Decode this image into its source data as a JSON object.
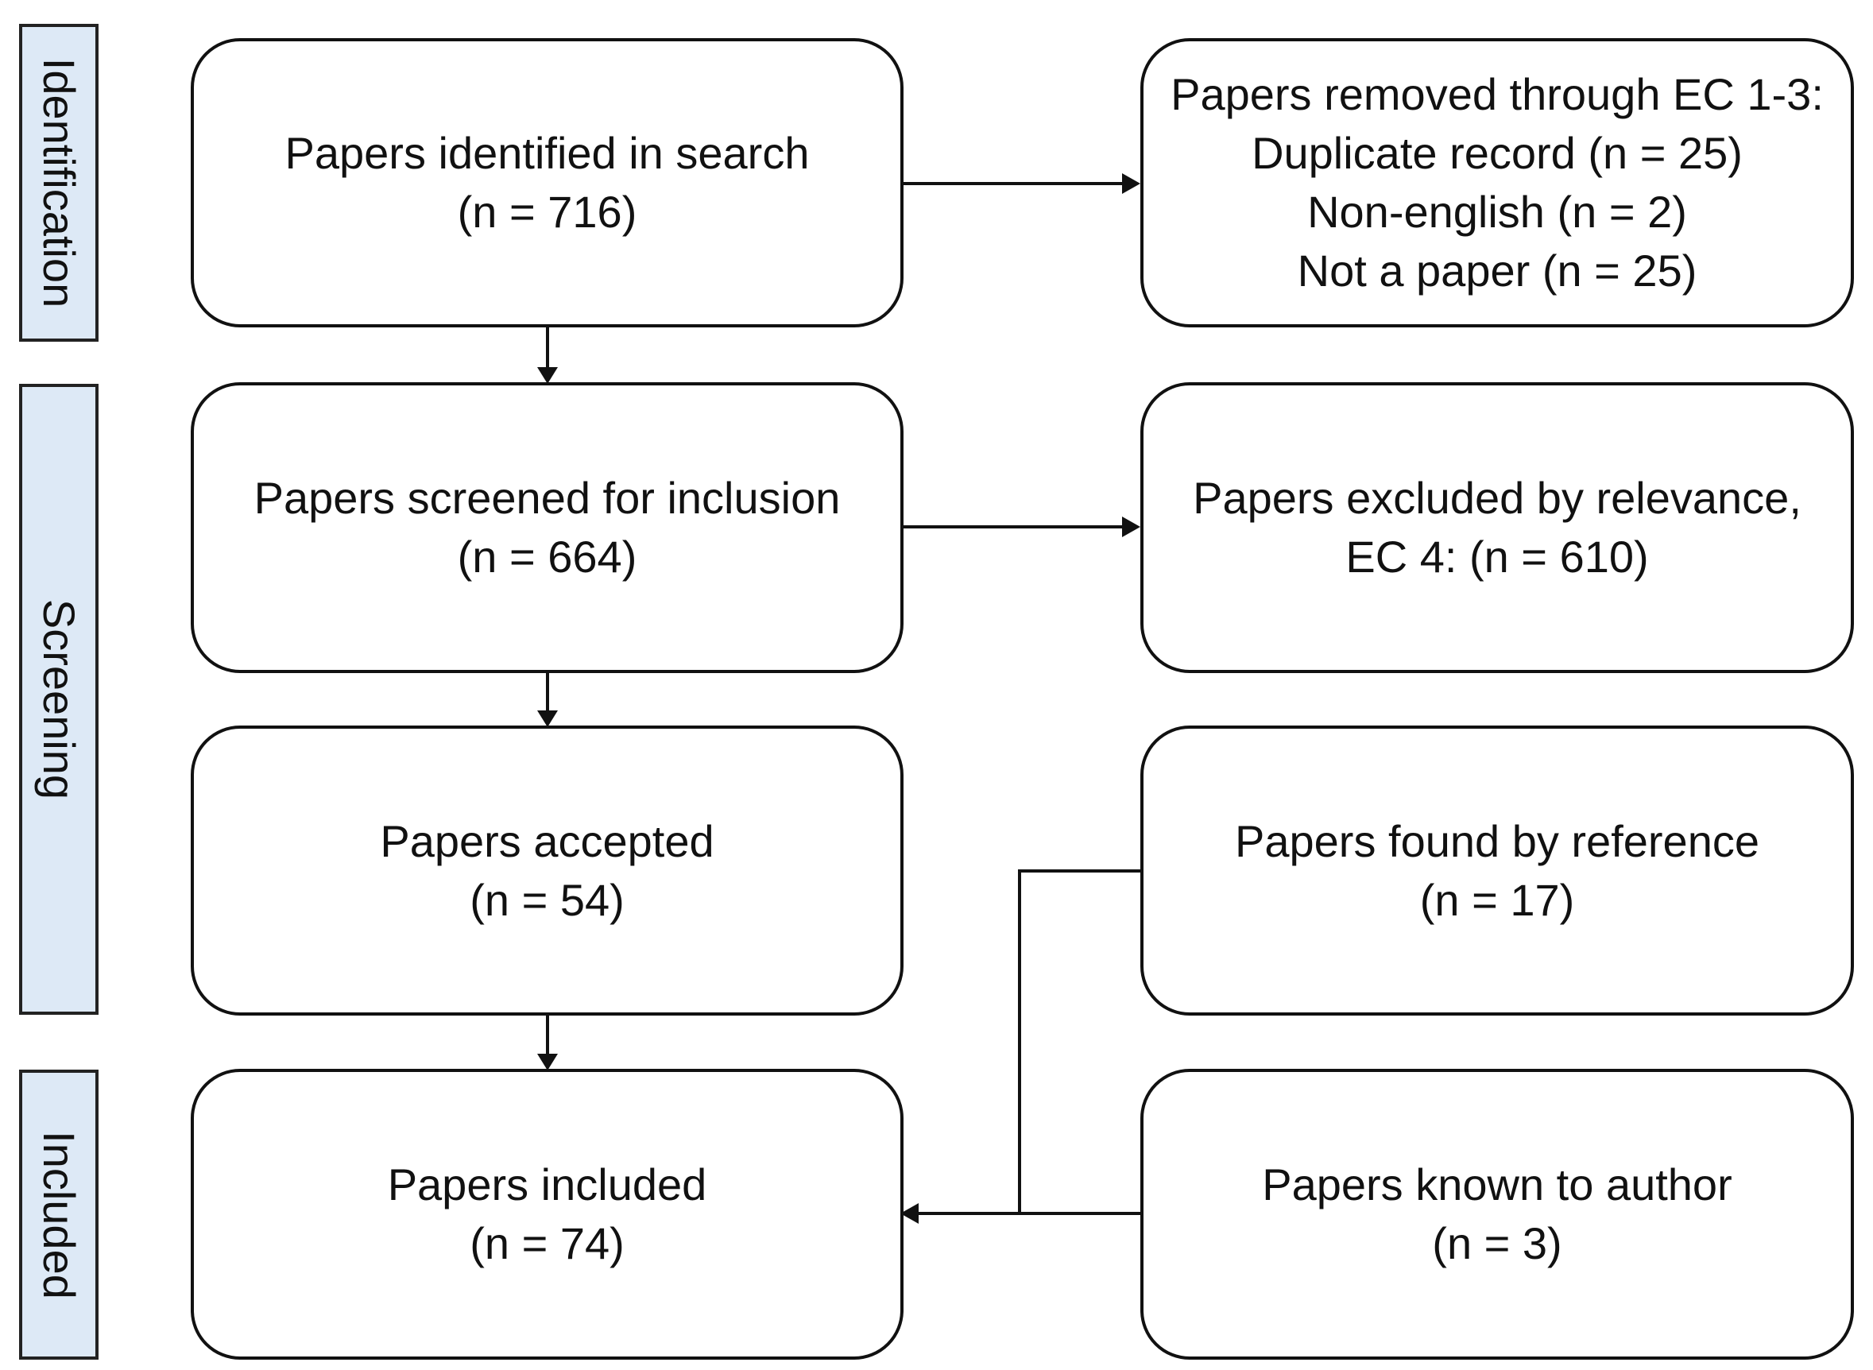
{
  "stages": {
    "identification": "Identification",
    "screening": "Screening",
    "included": "Included"
  },
  "boxes": {
    "identified": {
      "title": "Papers identified in search",
      "count": "(n = 716)"
    },
    "removed": {
      "title": "Papers removed through EC 1-3:",
      "lines": [
        "Duplicate record (n = 25)",
        "Non-english (n = 2)",
        "Not a paper (n = 25)"
      ]
    },
    "screened": {
      "title": "Papers screened for inclusion",
      "count": "(n = 664)"
    },
    "excluded": {
      "title": "Papers excluded by relevance,",
      "count": "EC 4: (n = 610)"
    },
    "accepted": {
      "title": "Papers accepted",
      "count": "(n = 54)"
    },
    "by_reference": {
      "title": "Papers found by reference",
      "count": "(n = 17)"
    },
    "included": {
      "title": "Papers included",
      "count": "(n = 74)"
    },
    "known_to_author": {
      "title": "Papers known to author",
      "count": "(n = 3)"
    }
  }
}
